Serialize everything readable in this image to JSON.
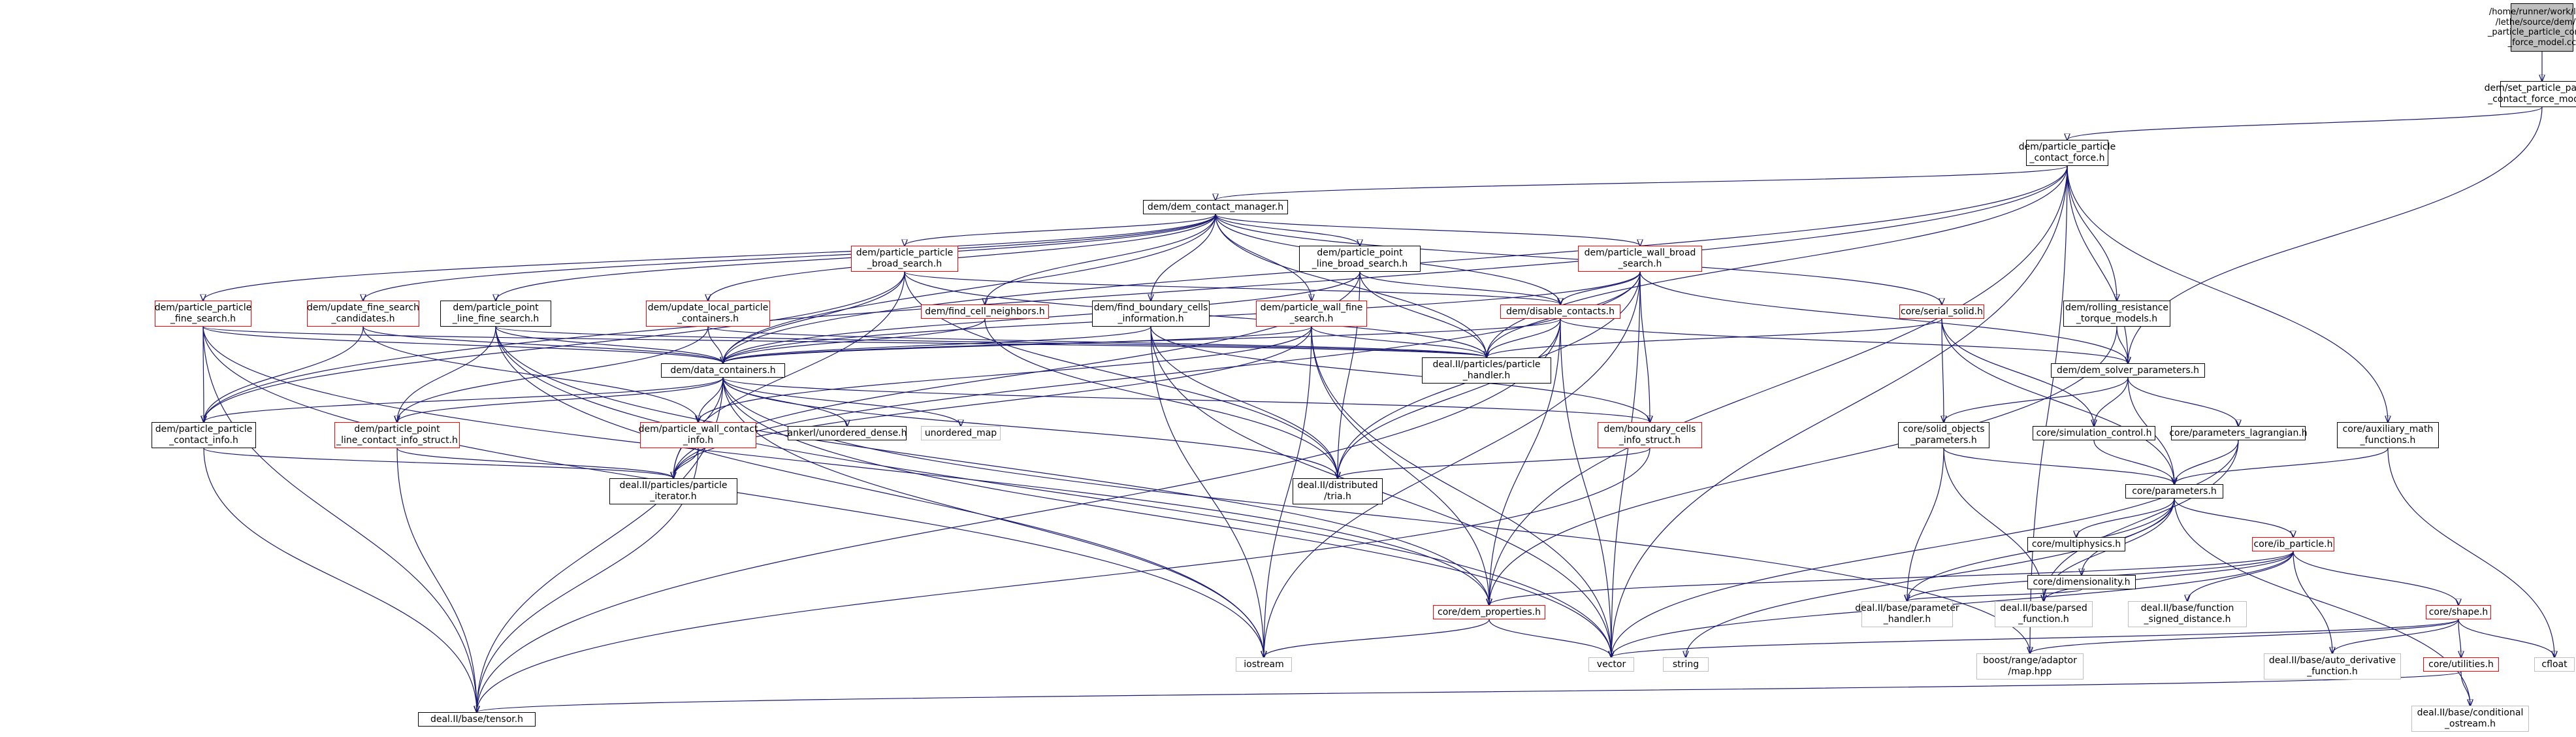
{
  "colors": {
    "edge": "#191970",
    "root_fill": "#bfbfbf",
    "truncated_border": "#ff0000",
    "system_border": "#bfbfbf"
  },
  "nodes": {
    "root": "/home/runner/work/lethe\n/lethe/source/dem/set\n_particle_particle_contact\n_force_model.cc",
    "set_pp_force_model": "dem/set_particle_particle\n_contact_force_model.h",
    "pp_contact_force": "dem/particle_particle\n_contact_force.h",
    "dem_contact_manager": "dem/dem_contact_manager.h",
    "pp_broad_search": "dem/particle_particle\n_broad_search.h",
    "ppl_broad_search": "dem/particle_point\n_line_broad_search.h",
    "pw_broad_search": "dem/particle_wall_broad\n_search.h",
    "serial_solid": "core/serial_solid.h",
    "rolling_resistance": "dem/rolling_resistance\n_torque_models.h",
    "pp_fine_search": "dem/particle_particle\n_fine_search.h",
    "update_fine_search": "dem/update_fine_search\n_candidates.h",
    "ppl_fine_search": "dem/particle_point\n_line_fine_search.h",
    "update_local": "dem/update_local_particle\n_containers.h",
    "find_cell_neighbors": "dem/find_cell_neighbors.h",
    "find_boundary_cells": "dem/find_boundary_cells\n_information.h",
    "pw_fine_search": "dem/particle_wall_fine\n_search.h",
    "disable_contacts": "dem/disable_contacts.h",
    "particle_handler": "deal.II/particles/particle\n_handler.h",
    "dem_solver_parameters": "dem/dem_solver_parameters.h",
    "data_containers": "dem/data_containers.h",
    "pp_contact_info": "dem/particle_particle\n_contact_info.h",
    "ppl_contact_info_struct": "dem/particle_point\n_line_contact_info_struct.h",
    "pw_contact_info": "dem/particle_wall_contact\n_info.h",
    "ankerl": "ankerl/unordered_dense.h",
    "unordered_map": "unordered_map",
    "boundary_cells_info": "dem/boundary_cells\n_info_struct.h",
    "solid_objects_params": "core/solid_objects\n_parameters.h",
    "simulation_control": "core/simulation_control.h",
    "params_lagrangian": "core/parameters_lagrangian.h",
    "aux_math": "core/auxiliary_math\n_functions.h",
    "particle_iterator": "deal.II/particles/particle\n_iterator.h",
    "distributed_tria": "deal.II/distributed\n/tria.h",
    "parameters": "core/parameters.h",
    "multiphysics": "core/multiphysics.h",
    "dimensionality": "core/dimensionality.h",
    "ib_particle": "core/ib_particle.h",
    "dem_properties": "core/dem_properties.h",
    "param_handler": "deal.II/base/parameter\n_handler.h",
    "parsed_function": "deal.II/base/parsed\n_function.h",
    "signed_distance": "deal.II/base/function\n_signed_distance.h",
    "shape": "core/shape.h",
    "iostream": "iostream",
    "vector": "vector",
    "string": "string",
    "boost_adaptor": "boost/range/adaptor\n/map.hpp",
    "auto_derivative": "deal.II/base/auto_derivative\n_function.h",
    "utilities": "core/utilities.h",
    "cfloat": "cfloat",
    "tensor": "deal.II/base/tensor.h",
    "conditional_ostream": "deal.II/base/conditional\n_ostream.h"
  }
}
